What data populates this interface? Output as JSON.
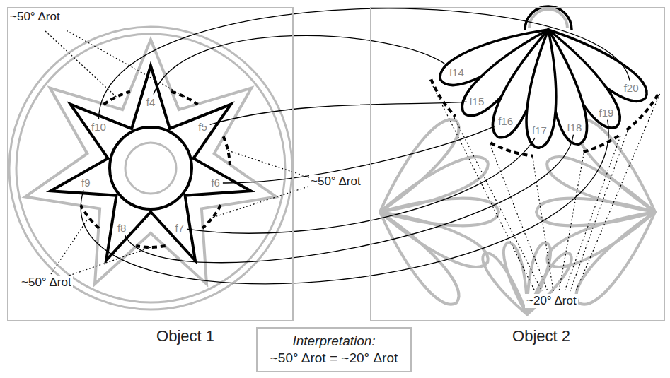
{
  "diagram": {
    "nodes": [
      {
        "text": [
          "Object 1"
        ]
      },
      {
        "text": [
          "f4"
        ],
        "in": 0
      },
      {
        "text": [
          "f5"
        ],
        "in": 0
      },
      {
        "text": [
          "f6"
        ],
        "in": 0
      },
      {
        "text": [
          "f7"
        ],
        "in": 0
      },
      {
        "text": [
          "f8"
        ],
        "in": 0
      },
      {
        "text": [
          "f9"
        ],
        "in": 0
      },
      {
        "text": [
          "f10"
        ],
        "in": 0
      },
      {
        "text": [
          "Object 2"
        ]
      },
      {
        "text": [
          "f14"
        ],
        "in": 8
      },
      {
        "text": [
          "f15"
        ],
        "in": 8
      },
      {
        "text": [
          "f16"
        ],
        "in": 8
      },
      {
        "text": [
          "f17"
        ],
        "in": 8
      },
      {
        "text": [
          "f18"
        ],
        "in": 8
      },
      {
        "text": [
          "f19"
        ],
        "in": 8
      },
      {
        "text": [
          "f20"
        ],
        "in": 8
      },
      {
        "text": [
          "Interpretation:",
          "~50° Δrot = ~20° Δrot"
        ]
      }
    ],
    "edges": [
      {
        "from": 7,
        "to": 15,
        "arrow": "none"
      },
      {
        "from": 1,
        "to": 9,
        "arrow": "none"
      },
      {
        "from": 2,
        "to": 10,
        "arrow": "none"
      },
      {
        "from": 3,
        "to": 11,
        "arrow": "none"
      },
      {
        "from": 4,
        "to": 12,
        "arrow": "none"
      },
      {
        "from": 5,
        "to": 13,
        "arrow": "none"
      },
      {
        "from": 6,
        "to": 14,
        "arrow": "none"
      }
    ],
    "labels": [
      "~50° Δrot",
      "~50° Δrot",
      "~50° Δrot",
      "~20° Δrot"
    ]
  }
}
